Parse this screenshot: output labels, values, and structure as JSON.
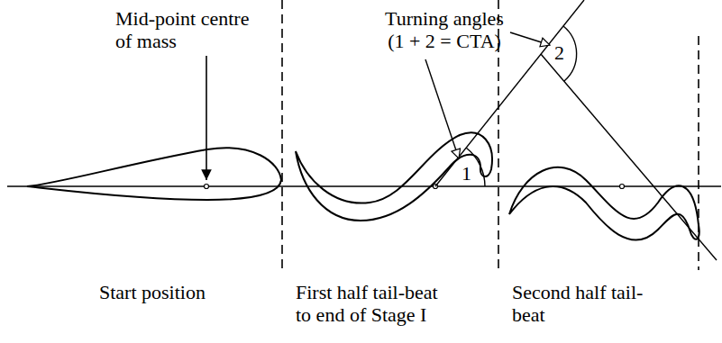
{
  "diagram": {
    "labels": [
      "Mid-point centre of mass",
      "Turning angles (1 + 2 = CTA)",
      "1",
      "2",
      "Start position",
      "First half tail-beat to end of Stage I",
      "Second half tail-beat"
    ]
  }
}
